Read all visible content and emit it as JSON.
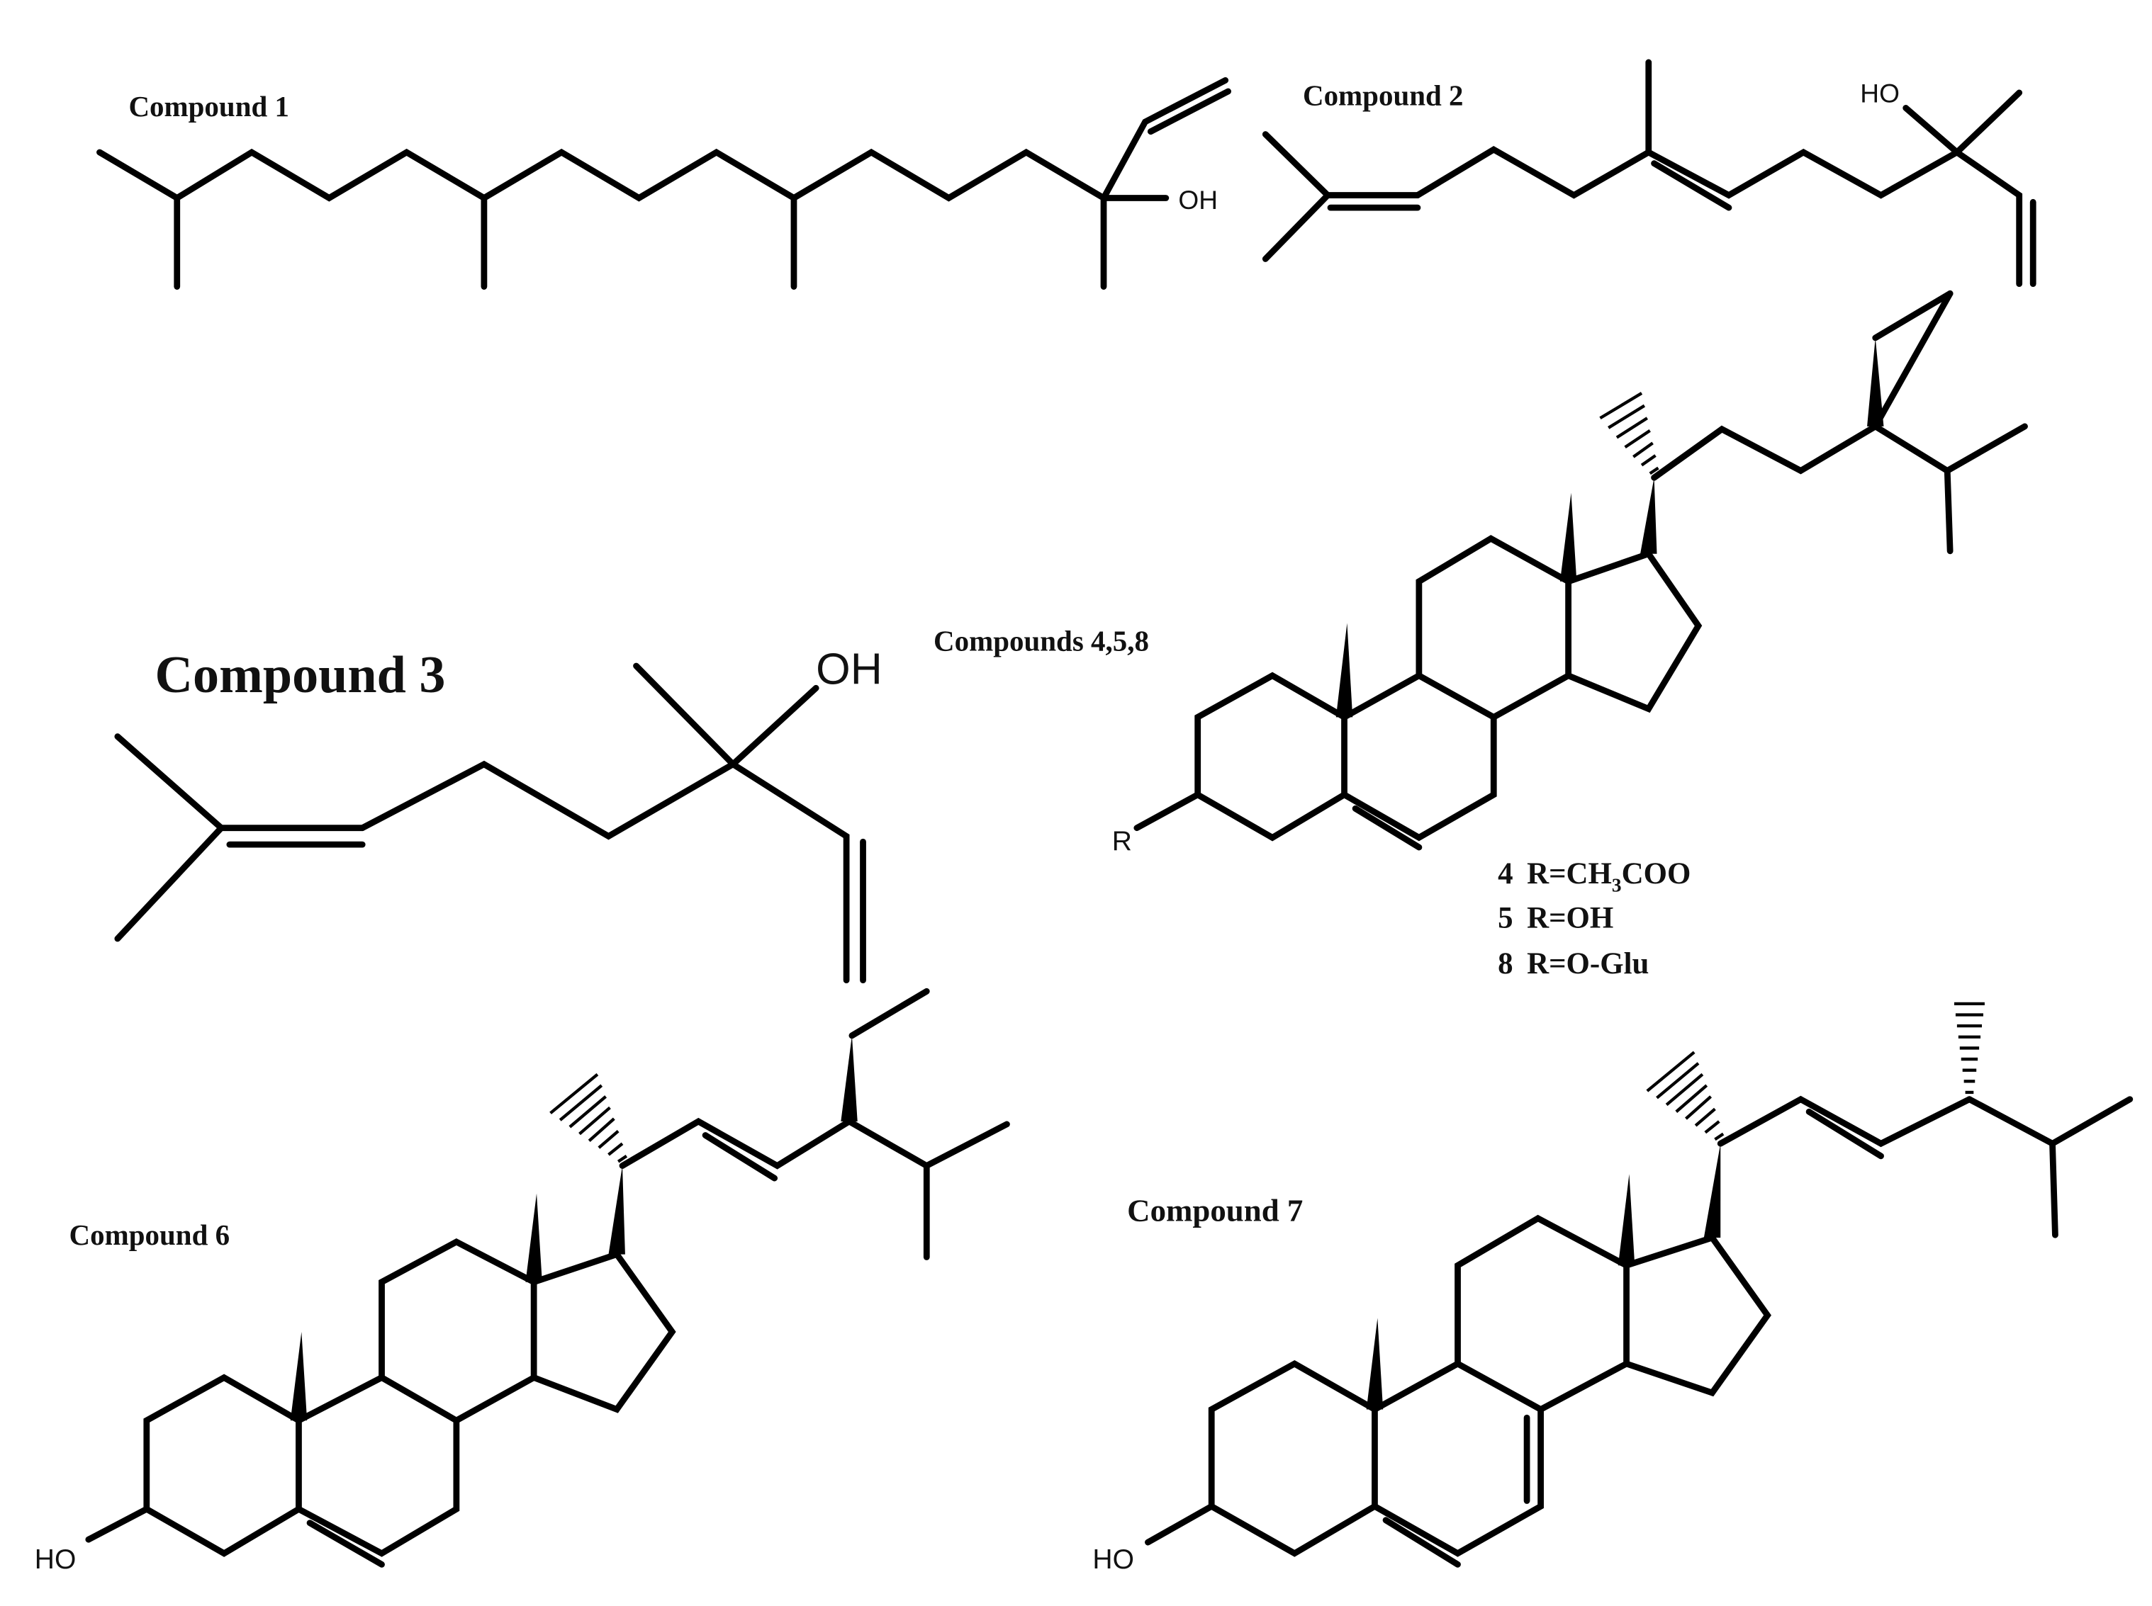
{
  "figure": {
    "compounds": [
      {
        "id": "c1",
        "label": "Compound 1",
        "groups": [
          "OH"
        ]
      },
      {
        "id": "c2",
        "label": "Compound 2",
        "groups": [
          "HO"
        ]
      },
      {
        "id": "c3",
        "label": "Compound 3",
        "groups": [
          "OH"
        ]
      },
      {
        "id": "c458",
        "label": "Compounds 4,5,8",
        "groups": [
          "R"
        ]
      },
      {
        "id": "c6",
        "label": "Compound 6",
        "groups": [
          "HO"
        ]
      },
      {
        "id": "c7",
        "label": "Compound 7",
        "groups": [
          "HO"
        ]
      }
    ],
    "substituents": [
      {
        "num": "4",
        "text": "R=CH",
        "sub": "3",
        "rest": "COO"
      },
      {
        "num": "5",
        "text": "R=OH",
        "sub": "",
        "rest": ""
      },
      {
        "num": "8",
        "text": "R=O-Glu",
        "sub": "",
        "rest": ""
      }
    ]
  }
}
